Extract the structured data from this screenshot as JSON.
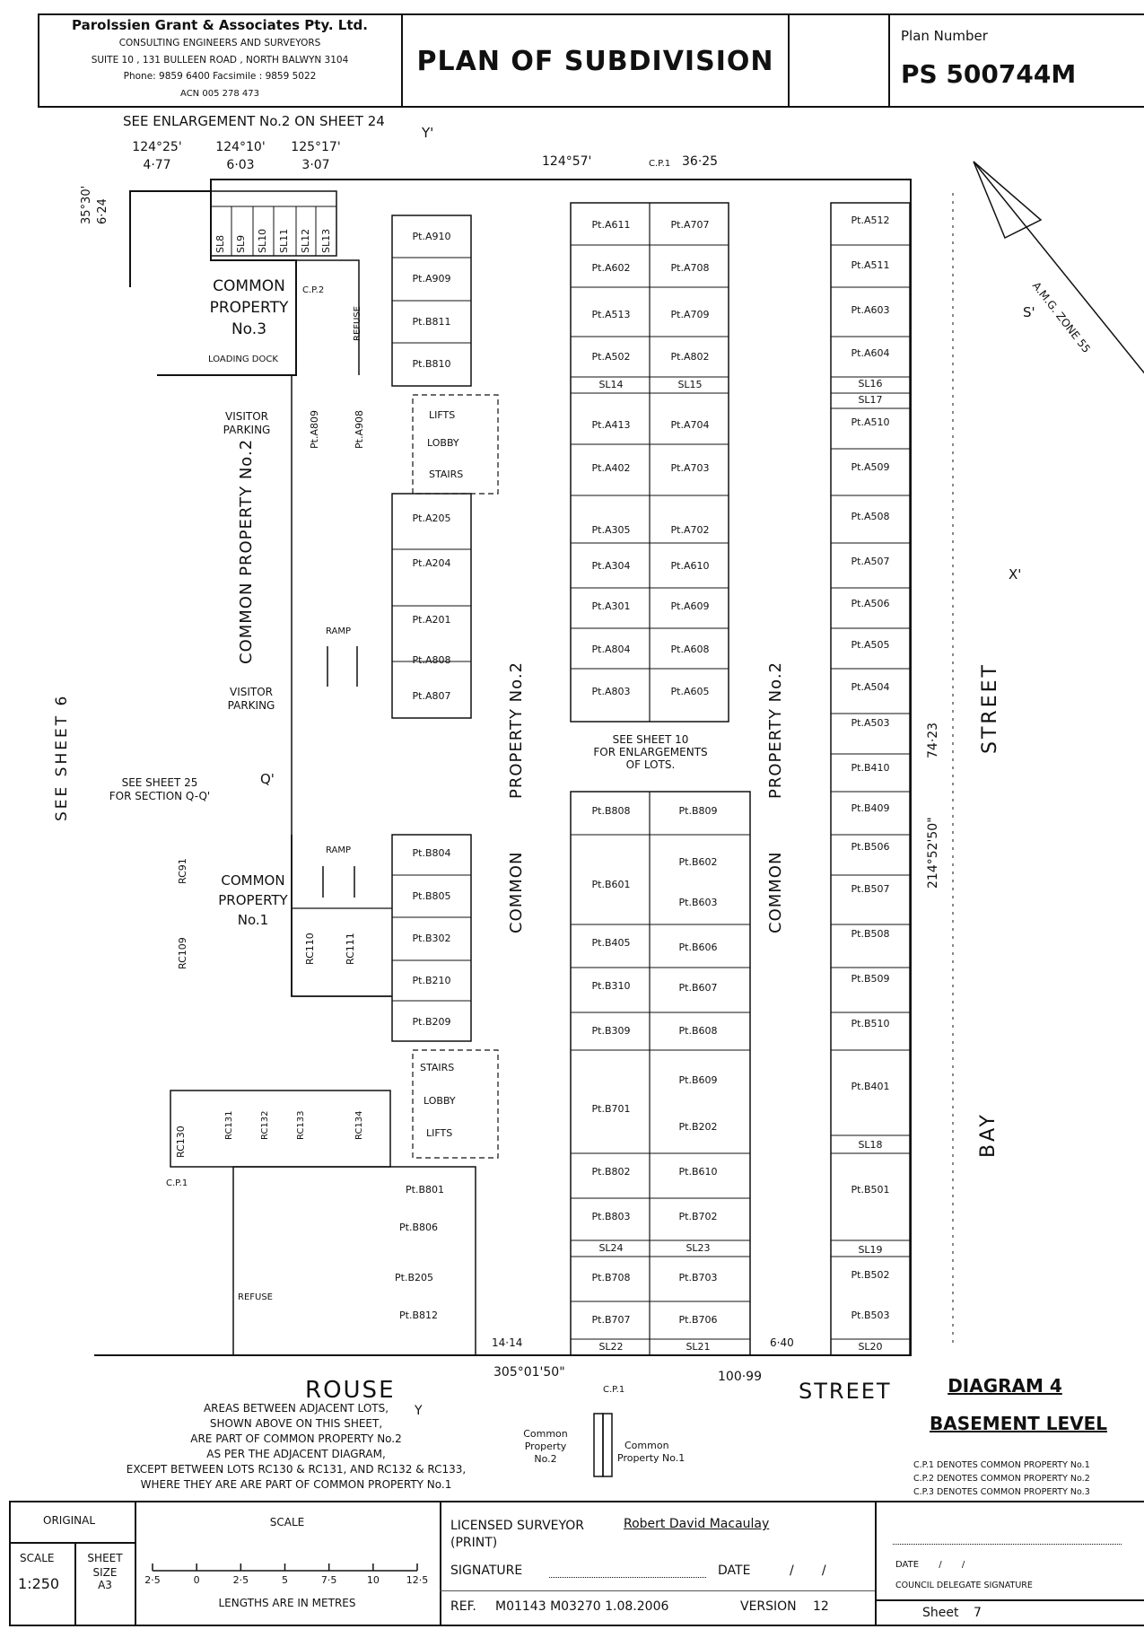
{
  "header": {
    "firm_name": "Parolssien Grant & Associates Pty. Ltd.",
    "firm_line1": "CONSULTING ENGINEERS AND SURVEYORS",
    "firm_line2": "SUITE 10 , 131 BULLEEN ROAD , NORTH BALWYN 3104",
    "firm_line3": "Phone: 9859 6400 Facsimile : 9859 5022",
    "firm_line4": "ACN 005 278 473",
    "plan_title": "PLAN OF SUBDIVISION",
    "plan_number_label": "Plan Number",
    "plan_number": "PS 500744M"
  },
  "streets": {
    "top_left_note": "SEE ENLARGEMENT No.2 ON SHEET 24",
    "left": "SEE SHEET 6",
    "right_top": "STREET",
    "right_bottom": "BAY",
    "bottom_left": "ROUSE",
    "bottom_right": "STREET",
    "amg": "A.M.G. ZONE 55"
  },
  "dimensions": {
    "d1a": "124°25'",
    "d1b": "4·77",
    "d2a": "124°10'",
    "d2b": "6·03",
    "d3a": "125°17'",
    "d3b": "3·07",
    "top_bearing": "124°57'",
    "top_cp": "C.P.1",
    "top_len": "36·25",
    "left_a": "35°30'",
    "left_b": "6·24",
    "right_len": "74·23",
    "right_bearing": "214°52'50\"",
    "bottom_bearing": "305°01'50\"",
    "bottom_len": "100·99",
    "bottom_cp": "C.P.1",
    "bl_len": "14·14",
    "br_len": "6·40"
  },
  "labels": {
    "cp3_l1": "COMMON",
    "cp3_l2": "PROPERTY",
    "cp3_l3": "No.3",
    "loading_dock": "LOADING DOCK",
    "visitor_parking_1a": "VISITOR",
    "visitor_parking_1b": "PARKING",
    "visitor_parking_2a": "VISITOR",
    "visitor_parking_2b": "PARKING",
    "cp2_vertical_left": "COMMON PROPERTY No.2",
    "cp2_vertical_mid_a": "COMMON",
    "cp2_vertical_mid_b": "PROPERTY No.2",
    "cp2_vertical_right_a": "COMMON",
    "cp2_vertical_right_b": "PROPERTY No.2",
    "ramp1": "RAMP",
    "ramp2": "RAMP",
    "lifts1": "LIFTS",
    "lobby1": "LOBBY",
    "stairs1": "STAIRS",
    "lifts2": "LIFTS",
    "lobby2": "LOBBY",
    "stairs2": "STAIRS",
    "refuse1": "REFUSE",
    "refuse2": "REFUSE",
    "cp1_l1": "COMMON",
    "cp1_l2": "PROPERTY",
    "cp1_l3": "No.1",
    "see_sheet10_a": "SEE SHEET 10",
    "see_sheet10_b": "FOR ENLARGEMENTS",
    "see_sheet10_c": "OF LOTS.",
    "see_sheet25_a": "SEE SHEET 25",
    "see_sheet25_b": "FOR SECTION Q-Q'",
    "sect_q": "Q'",
    "sect_s": "S'",
    "sect_x": "X'",
    "sect_y_top": "Y'",
    "sect_y_bot": "Y",
    "cp2_small": "C.P.2",
    "cp1_small": "C.P.1"
  },
  "notes": {
    "areas_1": "AREAS BETWEEN ADJACENT LOTS,",
    "areas_2": "SHOWN ABOVE ON THIS SHEET,",
    "areas_3": "ARE PART OF COMMON PROPERTY No.2",
    "areas_4": "AS PER  THE ADJACENT DIAGRAM,",
    "areas_5": "EXCEPT BETWEEN LOTS RC130 & RC131, AND RC132 & RC133,",
    "areas_6": "WHERE THEY ARE ARE PART OF COMMON PROPERTY No.1",
    "inset_left_a": "Common",
    "inset_left_b": "Property",
    "inset_left_c": "No.2",
    "inset_right_a": "Common",
    "inset_right_b": "Property No.1",
    "diagram_title": "DIAGRAM 4",
    "diagram_sub": "BASEMENT LEVEL",
    "legend_1": "C.P.1  DENOTES COMMON PROPERTY No.1",
    "legend_2": "C.P.2  DENOTES COMMON PROPERTY No.2",
    "legend_3": "C.P.3  DENOTES COMMON PROPERTY No.3"
  },
  "footer": {
    "original": "ORIGINAL",
    "scale_label": "SCALE",
    "scale_value": "1:250",
    "sheet_size_label_a": "SHEET",
    "sheet_size_label_b": "SIZE",
    "sheet_size": "A3",
    "scale_head": "SCALE",
    "scale_ticks": [
      "2·5",
      "0",
      "2·5",
      "5",
      "7·5",
      "10",
      "12·5"
    ],
    "lengths_note": "LENGTHS ARE IN METRES",
    "surveyor_label": "LICENSED SURVEYOR",
    "surveyor_name": "Robert David Macaulay",
    "print_label": "(PRINT)",
    "signature_label": "SIGNATURE",
    "date_label": "DATE",
    "date_slashes": "/       /",
    "ref_label": "REF.",
    "ref_value": "M01143 M03270 1.08.2006",
    "version_label": "VERSION",
    "version_value": "12",
    "council_date": "DATE       /       /",
    "council_label": "COUNCIL DELEGATE SIGNATURE",
    "sheet_label": "Sheet",
    "sheet_no": "7"
  },
  "lots": {
    "top_sl": [
      "SL8",
      "SL9",
      "SL10",
      "SL11",
      "SL12",
      "SL13"
    ],
    "col_a": [
      "Pt.A910",
      "Pt.A909",
      "Pt.B811",
      "Pt.B810",
      "Pt.A205",
      "Pt.A204",
      "Pt.A201",
      "Pt.A808",
      "Pt.A807",
      "Pt.B804",
      "Pt.B805",
      "Pt.B302",
      "Pt.B210",
      "Pt.B209"
    ],
    "col_b_left": [
      "Pt.A611",
      "Pt.A602",
      "Pt.A513",
      "Pt.A502",
      "SL14",
      "Pt.A413",
      "Pt.A402",
      "Pt.A305",
      "Pt.A304",
      "Pt.A301",
      "Pt.A804",
      "Pt.A803"
    ],
    "col_b_right": [
      "Pt.A707",
      "Pt.A708",
      "Pt.A709",
      "Pt.A802",
      "SL15",
      "Pt.A704",
      "Pt.A703",
      "Pt.A702",
      "Pt.A610",
      "Pt.A609",
      "Pt.A608",
      "Pt.A605"
    ],
    "col_c_left": [
      "Pt.B808",
      "Pt.B601",
      "Pt.B405",
      "Pt.B310",
      "Pt.B309",
      "Pt.B701",
      "Pt.B802",
      "Pt.B803",
      "SL24",
      "Pt.B708",
      "Pt.B707",
      "SL22"
    ],
    "col_c_right": [
      "Pt.B809",
      "Pt.B602",
      "Pt.B603",
      "Pt.B606",
      "Pt.B607",
      "Pt.B608",
      "Pt.B609",
      "Pt.B202",
      "Pt.B610",
      "Pt.B702",
      "SL23",
      "Pt.B703",
      "Pt.B706",
      "SL21"
    ],
    "col_d": [
      "Pt.A512",
      "Pt.A511",
      "Pt.A603",
      "Pt.A604",
      "SL16",
      "SL17",
      "Pt.A510",
      "Pt.A509",
      "Pt.A508",
      "Pt.A507",
      "Pt.A506",
      "Pt.A505",
      "Pt.A504",
      "Pt.A503",
      "Pt.B410",
      "Pt.B409",
      "Pt.B506",
      "Pt.B507",
      "Pt.B508",
      "Pt.B509",
      "Pt.B510",
      "Pt.B401",
      "SL18",
      "Pt.B501",
      "SL19",
      "Pt.B502",
      "Pt.B503",
      "SL20"
    ],
    "left_small_top": [
      "Pt.A809",
      "Pt.A908"
    ],
    "rc_lots": [
      "RC91",
      "RC109",
      "RC110",
      "RC111",
      "RC130",
      "RC131",
      "RC132",
      "RC133",
      "RC134"
    ],
    "bottom_left_lots": [
      "Pt.B801",
      "Pt.B806",
      "Pt.B205",
      "Pt.B812"
    ]
  }
}
